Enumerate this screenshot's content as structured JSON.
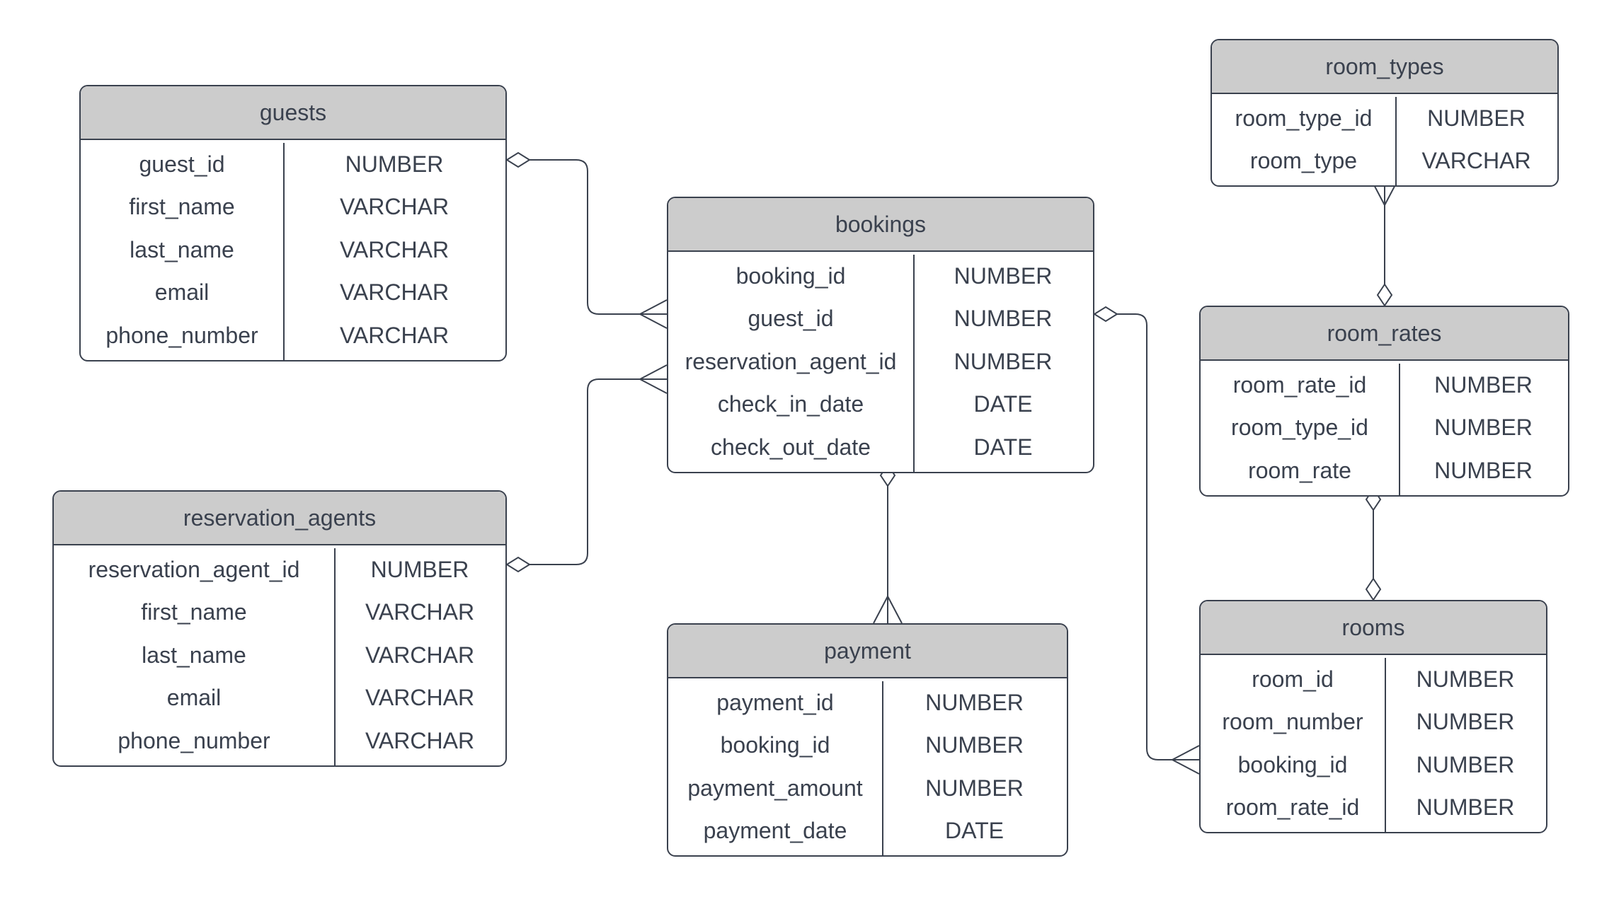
{
  "entities": [
    {
      "id": "guests",
      "title": "guests",
      "fields": [
        {
          "name": "guest_id",
          "type": "NUMBER"
        },
        {
          "name": "first_name",
          "type": "VARCHAR"
        },
        {
          "name": "last_name",
          "type": "VARCHAR"
        },
        {
          "name": "email",
          "type": "VARCHAR"
        },
        {
          "name": "phone_number",
          "type": "VARCHAR"
        }
      ]
    },
    {
      "id": "reservation_agents",
      "title": "reservation_agents",
      "fields": [
        {
          "name": "reservation_agent_id",
          "type": "NUMBER"
        },
        {
          "name": "first_name",
          "type": "VARCHAR"
        },
        {
          "name": "last_name",
          "type": "VARCHAR"
        },
        {
          "name": "email",
          "type": "VARCHAR"
        },
        {
          "name": "phone_number",
          "type": "VARCHAR"
        }
      ]
    },
    {
      "id": "bookings",
      "title": "bookings",
      "fields": [
        {
          "name": "booking_id",
          "type": "NUMBER"
        },
        {
          "name": "guest_id",
          "type": "NUMBER"
        },
        {
          "name": "reservation_agent_id",
          "type": "NUMBER"
        },
        {
          "name": "check_in_date",
          "type": "DATE"
        },
        {
          "name": "check_out_date",
          "type": "DATE"
        }
      ]
    },
    {
      "id": "payment",
      "title": "payment",
      "fields": [
        {
          "name": "payment_id",
          "type": "NUMBER"
        },
        {
          "name": "booking_id",
          "type": "NUMBER"
        },
        {
          "name": "payment_amount",
          "type": "NUMBER"
        },
        {
          "name": "payment_date",
          "type": "DATE"
        }
      ]
    },
    {
      "id": "room_types",
      "title": "room_types",
      "fields": [
        {
          "name": "room_type_id",
          "type": "NUMBER"
        },
        {
          "name": "room_type",
          "type": "VARCHAR"
        }
      ]
    },
    {
      "id": "room_rates",
      "title": "room_rates",
      "fields": [
        {
          "name": "room_rate_id",
          "type": "NUMBER"
        },
        {
          "name": "room_type_id",
          "type": "NUMBER"
        },
        {
          "name": "room_rate",
          "type": "NUMBER"
        }
      ]
    },
    {
      "id": "rooms",
      "title": "rooms",
      "fields": [
        {
          "name": "room_id",
          "type": "NUMBER"
        },
        {
          "name": "room_number",
          "type": "NUMBER"
        },
        {
          "name": "booking_id",
          "type": "NUMBER"
        },
        {
          "name": "room_rate_id",
          "type": "NUMBER"
        }
      ]
    }
  ],
  "relationships": [
    {
      "from": "guests",
      "to": "bookings",
      "from_end": "zero-or-one",
      "to_end": "many"
    },
    {
      "from": "reservation_agents",
      "to": "bookings",
      "from_end": "zero-or-one",
      "to_end": "many"
    },
    {
      "from": "bookings",
      "to": "payment",
      "from_end": "zero-or-one",
      "to_end": "many"
    },
    {
      "from": "bookings",
      "to": "rooms",
      "from_end": "zero-or-one",
      "to_end": "many"
    },
    {
      "from": "room_types",
      "to": "room_rates",
      "from_end": "many",
      "to_end": "zero-or-one"
    },
    {
      "from": "room_rates",
      "to": "rooms",
      "from_end": "zero-or-one",
      "to_end": "zero-or-one"
    }
  ],
  "colors": {
    "header": "#cccccc",
    "border": "#3a414e",
    "text": "#3a414e",
    "background": "#ffffff"
  }
}
